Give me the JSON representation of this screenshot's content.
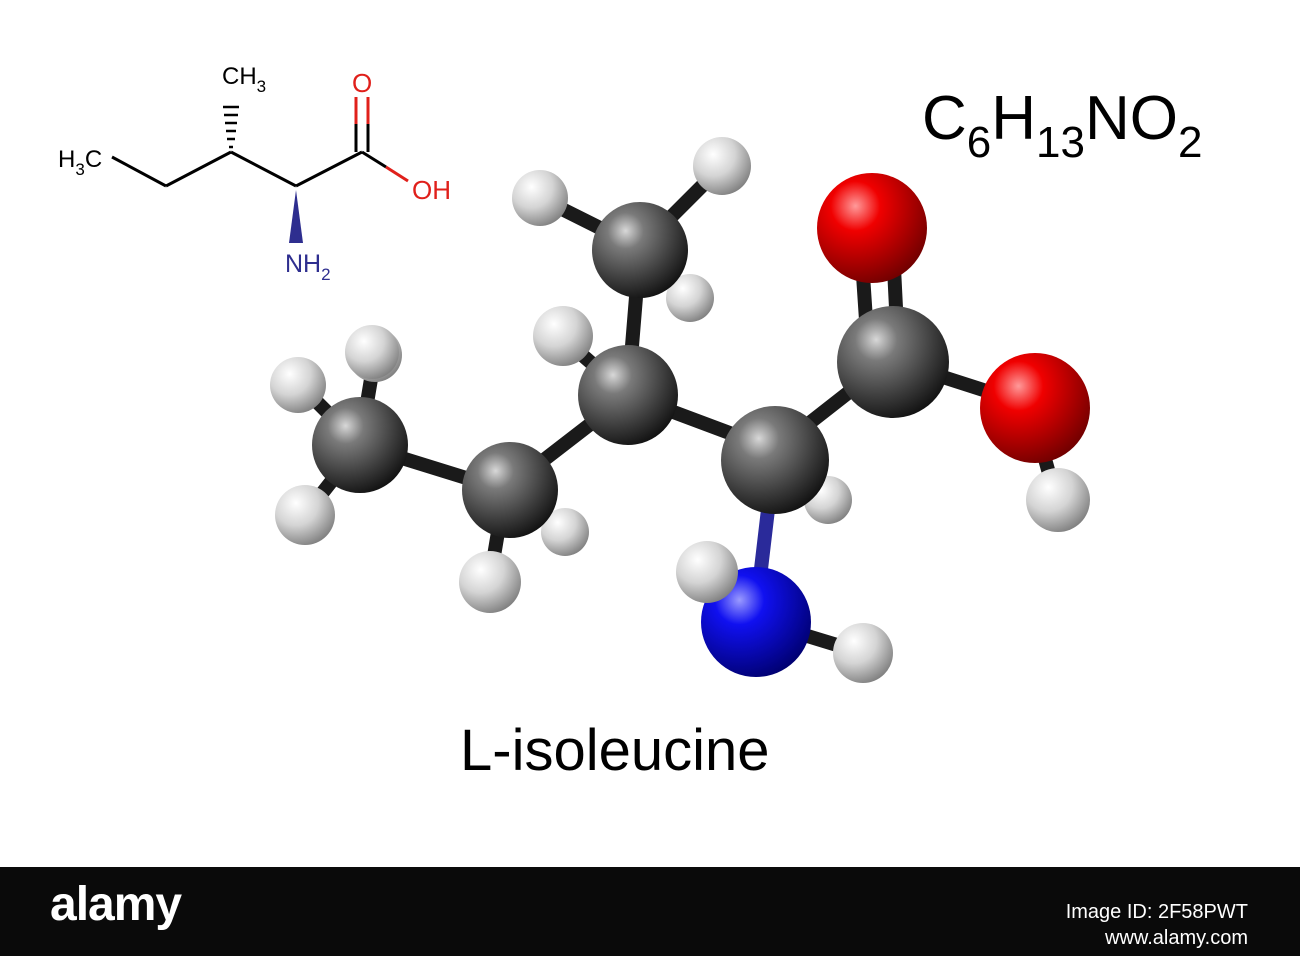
{
  "molecule": {
    "name": "L-isoleucine",
    "formula": {
      "parts": [
        {
          "text": "C",
          "sub": "6"
        },
        {
          "text": "H",
          "sub": "13"
        },
        {
          "text": "N",
          "sub": ""
        },
        {
          "text": "O",
          "sub": "2"
        }
      ]
    }
  },
  "skeletal_formula": {
    "labels": {
      "methyl_top": {
        "main": "CH",
        "sub": "3"
      },
      "methyl_left_h": "H",
      "methyl_left_sub": "3",
      "methyl_left_c": "C",
      "carbonyl_o": "O",
      "hydroxyl": "OH",
      "amine_main": "NH",
      "amine_sub": "2"
    },
    "colors": {
      "bond": "#000000",
      "oxygen": "#e0201b",
      "nitrogen": "#2e2e8f",
      "wedge": "#2e2e8f"
    }
  },
  "ball_and_stick": {
    "colors": {
      "carbon": "#3d3d3d",
      "hydrogen": "#e8e8e8",
      "oxygen": "#e00000",
      "nitrogen": "#1010e0",
      "bond": "#1a1a1a"
    }
  },
  "stock_bar": {
    "logo": "alamy",
    "image_id": "2F58PWT",
    "url": "www.alamy.com"
  }
}
